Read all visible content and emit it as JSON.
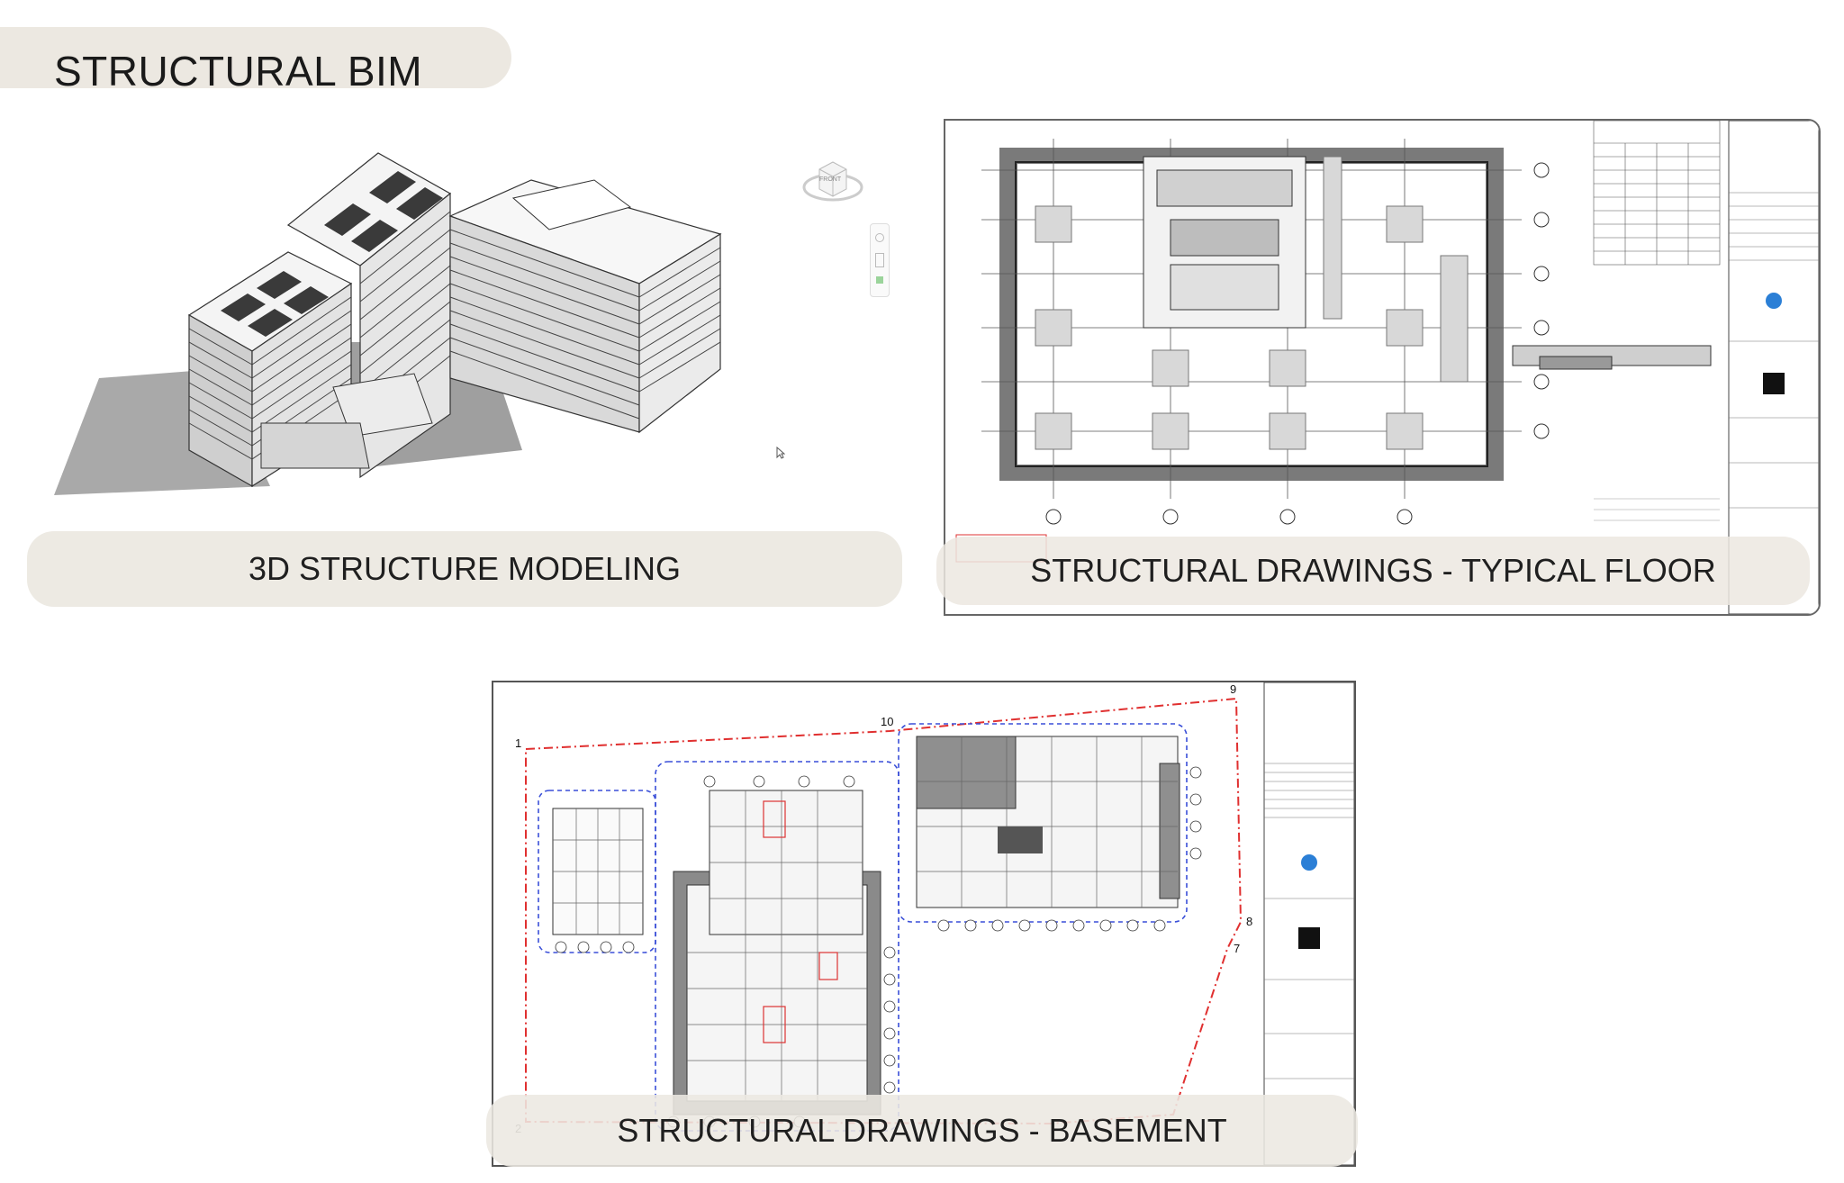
{
  "page": {
    "title": "STRUCTURAL BIM"
  },
  "panels": [
    {
      "caption": "3D STRUCTURE MODELING"
    },
    {
      "caption": "STRUCTURAL DRAWINGS - TYPICAL FLOOR"
    },
    {
      "caption": "STRUCTURAL DRAWINGS - BASEMENT"
    }
  ],
  "colors": {
    "caption_bg": "#ece8e1",
    "drawing_line": "#2a2a2a",
    "boundary_red": "#e03030",
    "zone_blue": "#3a4fd8",
    "logo_blue": "#2b7fd6"
  },
  "viewcube": {
    "face_label": "FRONT"
  },
  "basement_points": [
    "1",
    "10",
    "9",
    "8",
    "7",
    "2"
  ]
}
